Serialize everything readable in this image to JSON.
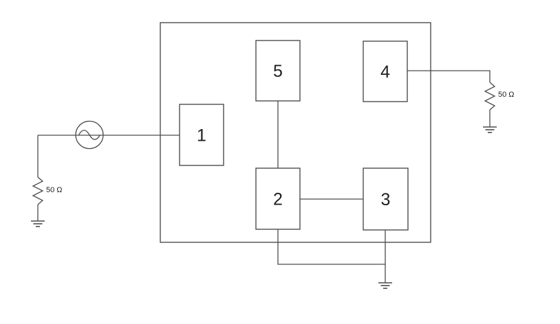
{
  "diagram": {
    "type": "circuit-block-diagram",
    "blocks": [
      {
        "label": "1"
      },
      {
        "label": "2"
      },
      {
        "label": "3"
      },
      {
        "label": "4"
      },
      {
        "label": "5"
      }
    ],
    "source": {
      "name": "ac-signal-source"
    },
    "left_termination": {
      "resistance_label": "50 Ω"
    },
    "right_termination": {
      "resistance_label": "50 Ω"
    },
    "colors": {
      "line": "#4d4d4d",
      "wire": "#4a4a4a",
      "label": "#1f1f1f",
      "background": "#ffffff"
    }
  }
}
